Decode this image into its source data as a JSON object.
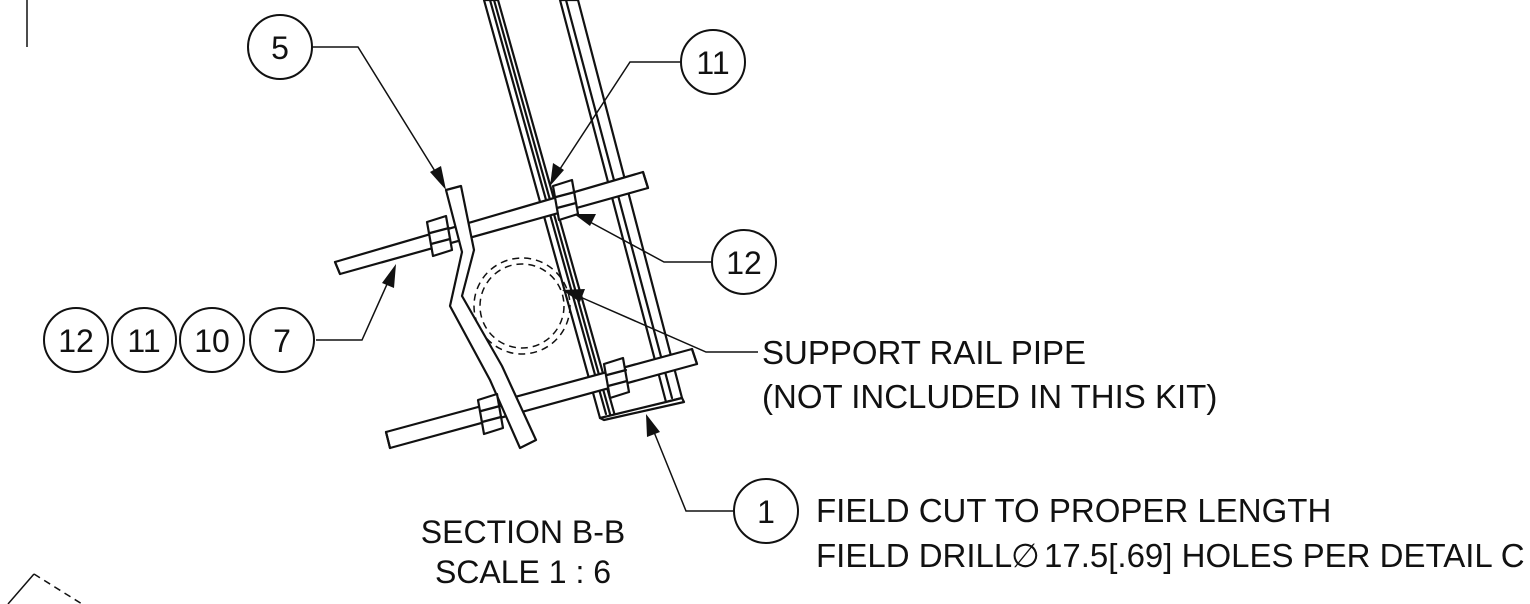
{
  "balloons": {
    "b5": "5",
    "b11_top": "11",
    "b12_right": "12",
    "b12_left": "12",
    "b11_left": "11",
    "b10_left": "10",
    "b7_left": "7",
    "b1": "1"
  },
  "notes": {
    "support_rail_line1": "SUPPORT RAIL PIPE",
    "support_rail_line2": "(NOT INCLUDED IN THIS KIT)",
    "field_cut_line1": "FIELD CUT TO PROPER LENGTH",
    "field_drill_prefix": "FIELD DRILL",
    "field_drill_symbol": "∅",
    "field_drill_rest": "17.5[.69] HOLES PER DETAIL C"
  },
  "section": {
    "title": "SECTION B-B",
    "scale": "SCALE 1 : 6"
  }
}
